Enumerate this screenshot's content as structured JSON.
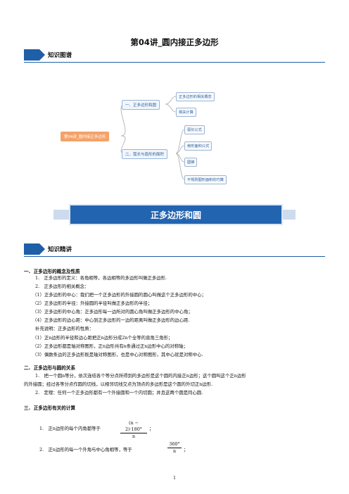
{
  "doc": {
    "title": "第04讲_圆内接正多边形",
    "page_number": "1"
  },
  "section1": {
    "label": "知识图谱"
  },
  "mindmap": {
    "root": "第04讲_圆内接正多边形",
    "branches": [
      {
        "label": "一、正多边形和圆",
        "leaves": [
          "正多边形的相关概念",
          "相关计算"
        ]
      },
      {
        "label": "二、弧长与扇形的面积",
        "leaves": [
          "弧长公式",
          "扇形面积公式",
          "圆锥",
          "不规则图形面积的巧算"
        ]
      }
    ]
  },
  "banner": {
    "text": "正多边形和圆"
  },
  "section2": {
    "label": "知识精讲"
  },
  "content": {
    "h1": {
      "num": "一.",
      "text": "正多边形的概念及性质"
    },
    "p1": "1.　正多边形的定义：各角相等，各边相等的多边形叫做正多边形.",
    "p2": "2.　正多边形的相关概念：",
    "p3": "（1）正多边形的中心：我们把一个正多边形的外接圆的圆心叫做这个正多边形的中心；",
    "p4": "（2）正多边形的半径：外接圆的半径叫做正多边形的半径；",
    "p5": "（3）正多边形的中心角：正多边形每一边所对的圆心角叫做正多边形的中心角；",
    "p6": "（4）正多边形的边心距：中心到正多边形的一边的距离叫做正多边形的边心距.",
    "p7": "补充说明：正多边形的性质：",
    "p8": "（1）正n边形的半径和边心距把正n边形分成2n个全等的直角三角形；",
    "p9": "（2）正多边形都是轴对称图形，正n边形共有n条通过正n边形中心的对称轴；",
    "p10": "（3）偶数条边的正多边形既是轴对称图形，也是中心对称图形，其中心就是对称中心.",
    "h2": {
      "num": "二.",
      "text": "正多边形与圆的关系"
    },
    "q1": "1.　把一个圆n等分，依次连结各个等分点所得到的多边形是这个圆的内接正n边形；这个圆叫这个正n边形",
    "q1b": "的外接圆；经过各等分点作圆的切线，以相邻切线交点为顶点的多边形是这个圆的外切正n边形.",
    "q2": "2.　定理：任何一个正多边形都有一个外接圆和一个内切圆；并且这两个圆是同心圆.",
    "h3": {
      "num": "三.",
      "text": "正多边形有关的计算"
    },
    "r1": "1.　正n边形的每个内角都等于",
    "r1_num": "(n − 2)·180°",
    "r1_den": "n",
    "r1_end": "；",
    "r2": "2.　正n边形的每一个外角与中心角相等，等于",
    "r2_num": "360°",
    "r2_den": "n",
    "r2_end": "；"
  }
}
